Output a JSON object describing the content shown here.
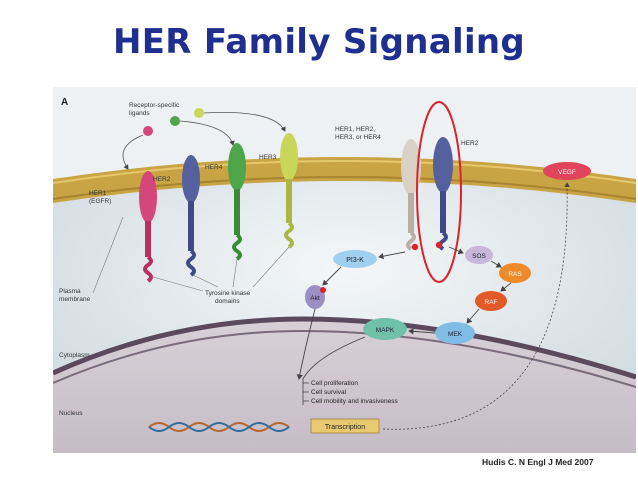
{
  "slide": {
    "title": "HER Family Signaling",
    "citation": "Hudis C. N Engl J Med 2007"
  },
  "figure": {
    "panel": "A",
    "labels": {
      "ligands": [
        "Receptor-specific",
        "ligands"
      ],
      "her1_egfr": [
        "HER1",
        "(EGFR)"
      ],
      "her2_left": "HER2",
      "her4": "HER4",
      "her3": "HER3",
      "dimer_partner": [
        "HER1, HER2,",
        "HER3, or HER4"
      ],
      "her2_right": "HER2",
      "plasma_membrane": [
        "Plasma",
        "membrane"
      ],
      "tyrosine_kinase": [
        "Tyrosine kinase",
        "domains"
      ],
      "cytoplasm": "Cytoplasm",
      "nucleus": "Nucleus"
    },
    "nodes": {
      "pi3k": "PI3-K",
      "akt": "Akt",
      "sos": "SOS",
      "ras": "RAS",
      "raf": "RAF",
      "mek": "MEK",
      "mapk": "MAPK",
      "vegf": "VEGF"
    },
    "outcomes": [
      "Cell proliferation",
      "Cell survival",
      "Cell mobility and invasiveness"
    ],
    "transcription": "Transcription",
    "colors": {
      "her1": "#d4477a",
      "her2": "#55619e",
      "her4": "#4fa54a",
      "her3": "#c8d65a",
      "partner": "#d8d2c6",
      "membrane": "#c9a445",
      "highlight": "#d9242b",
      "pi3k": "#9fd0ef",
      "akt": "#9b8fc4",
      "sos": "#c7b7d9",
      "ras": "#ef8a2a",
      "raf": "#e35a29",
      "mek": "#7fbde6",
      "mapk": "#6fc1a8",
      "vegf": "#e0455b"
    }
  }
}
